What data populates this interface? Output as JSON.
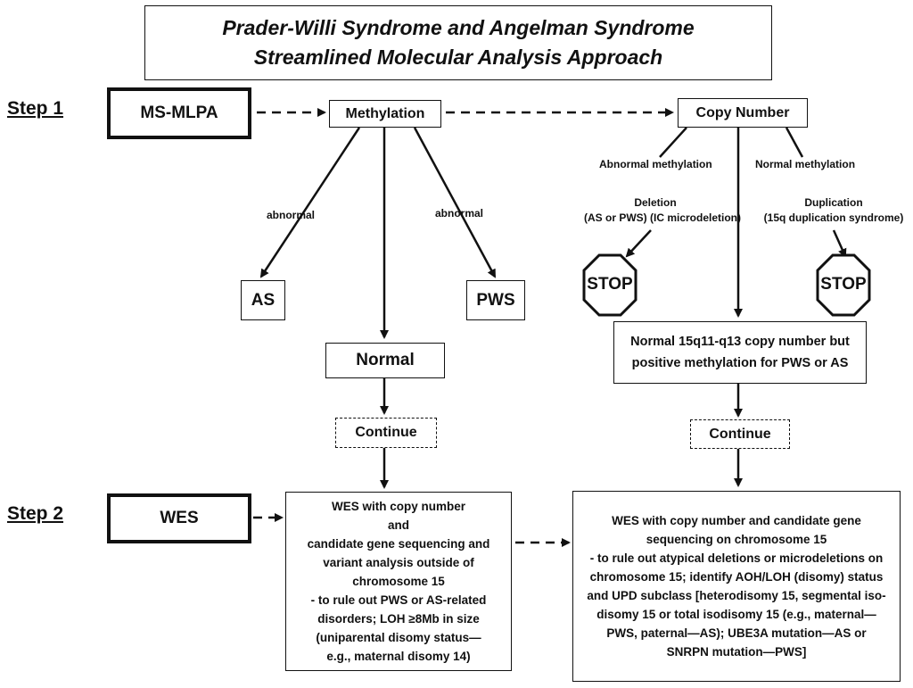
{
  "title": {
    "line1": "Prader-Willi Syndrome and Angelman Syndrome",
    "line2": "Streamlined Molecular Analysis Approach"
  },
  "steps": {
    "step1": "Step 1",
    "step2": "Step 2"
  },
  "nodes": {
    "ms_mlpa": "MS-MLPA",
    "methylation": "Methylation",
    "copy_number": "Copy Number",
    "as": "AS",
    "pws": "PWS",
    "normal": "Normal",
    "continue_left": "Continue",
    "continue_right": "Continue",
    "normal_copy_number": "Normal 15q11-q13 copy number but positive methylation for PWS or AS",
    "wes": "WES",
    "stop": "STOP"
  },
  "edge_labels": {
    "abnormal_left": "abnormal",
    "abnormal_right": "abnormal",
    "abnormal_methylation": "Abnormal methylation",
    "normal_methylation": "Normal methylation",
    "deletion_line1": "Deletion",
    "deletion_line2": "(AS or PWS) (IC microdeletion)",
    "duplication_line1": "Duplication",
    "duplication_line2": "(15q duplication syndrome)"
  },
  "wes_left": {
    "lines": [
      "WES with copy number",
      "and",
      "candidate gene sequencing and",
      "variant analysis outside of",
      "chromosome 15",
      "- to rule out PWS or AS-related",
      "disorders; LOH ≥8Mb in size",
      "(uniparental disomy status—",
      "e.g., maternal disomy 14)"
    ]
  },
  "wes_right": {
    "lines": [
      "WES with copy number and candidate gene",
      "sequencing on chromosome 15",
      "- to rule out atypical deletions or microdeletions on",
      "chromosome 15; identify AOH/LOH (disomy) status",
      "and UPD subclass [heterodisomy 15, segmental iso-",
      "disomy 15 or total isodisomy 15 (e.g., maternal—",
      "PWS, paternal—AS); UBE3A mutation—AS or",
      "SNRPN mutation—PWS]"
    ]
  }
}
